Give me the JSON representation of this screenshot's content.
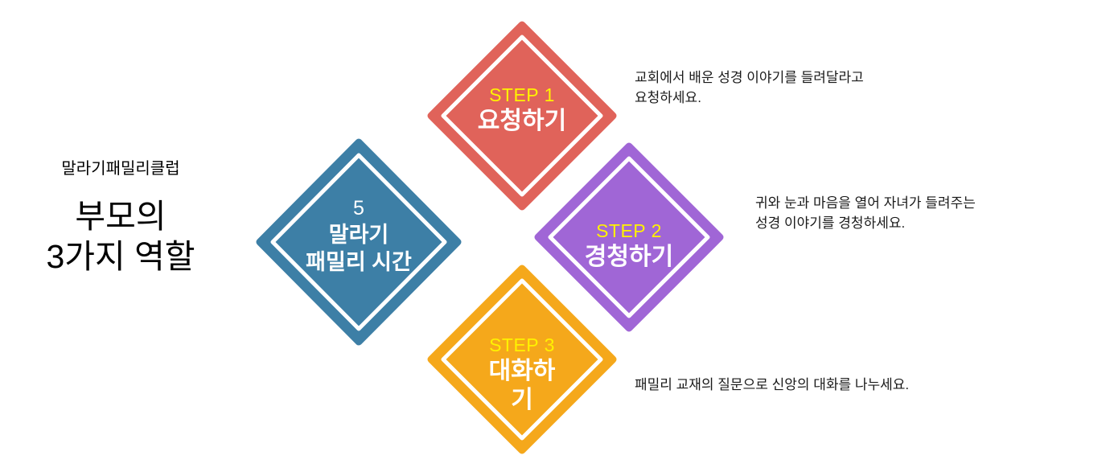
{
  "heading": {
    "club_name": "말라기패밀리클럽",
    "title_line1": "부모의",
    "title_line2": "3가지 역할"
  },
  "colors": {
    "red": "#E0635A",
    "purple": "#A066D6",
    "orange": "#F5A81B",
    "blue": "#3D7FA6",
    "step_tag": "#FFF200",
    "label_text": "#FFFFFF",
    "body_text": "#1A1A1A",
    "inner_stroke": "#FFFFFF"
  },
  "nodes": {
    "center": {
      "number": "5",
      "title_line1": "말라기",
      "title_line2": "패밀리 시간",
      "color": "#3D7FA6"
    },
    "steps": [
      {
        "tag": "STEP 1",
        "title": "요청하기",
        "color": "#E0635A",
        "description": "교회에서 배운 성경 이야기를 들려달라고\n요청하세요."
      },
      {
        "tag": "STEP 2",
        "title": "경청하기",
        "color": "#A066D6",
        "description": "귀와 눈과 마음을 열어 자녀가 들려주는\n성경 이야기를 경청하세요."
      },
      {
        "tag": "STEP 3",
        "title_line1": "대화하",
        "title_line2": "기",
        "title": "대화하기",
        "color": "#F5A81B",
        "description": "패밀리 교재의 질문으로 신앙의 대화를 나누세요."
      }
    ]
  }
}
